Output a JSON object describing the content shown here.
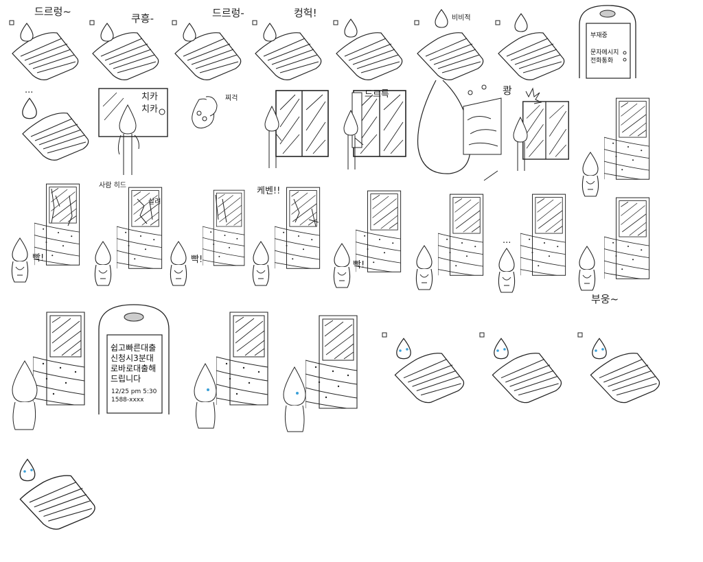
{
  "panels": [
    {
      "id": "p1",
      "caption": "드르렁~"
    },
    {
      "id": "p2",
      "caption": "쿠흥-"
    },
    {
      "id": "p3",
      "caption": "드르렁-"
    },
    {
      "id": "p4",
      "caption": "컹헉!"
    },
    {
      "id": "p5",
      "caption": ""
    },
    {
      "id": "p6",
      "caption": "비비적"
    },
    {
      "id": "p7",
      "caption": ""
    },
    {
      "id": "p9",
      "caption": "..."
    },
    {
      "id": "p10",
      "caption_a": "치카",
      "caption_b": "치카"
    },
    {
      "id": "p11",
      "caption": "찌걱"
    },
    {
      "id": "p13",
      "caption": "드르륵"
    },
    {
      "id": "p15",
      "caption": "쾅"
    },
    {
      "id": "p18",
      "caption": "빡!"
    },
    {
      "id": "p19",
      "caption_a": "사람 히드",
      "caption_b": "살려"
    },
    {
      "id": "p20",
      "caption": "빡!"
    },
    {
      "id": "p21",
      "caption": "케벤!!"
    },
    {
      "id": "p22",
      "caption": "빡!"
    },
    {
      "id": "p24",
      "caption": "..."
    },
    {
      "id": "p25",
      "caption": "부웅~"
    }
  ],
  "phone_call": {
    "status": "부재중",
    "line1": "문자메시지",
    "line2": "전화통화"
  },
  "phone_sms": {
    "body": "쉽고빠른대출 신청시3분대 로바로대출해 드립니다",
    "datetime": "12/25 pm 5:30",
    "number": "1588-xxxx"
  },
  "colors": {
    "ink": "#222222",
    "tear": "#3aa0d8"
  }
}
